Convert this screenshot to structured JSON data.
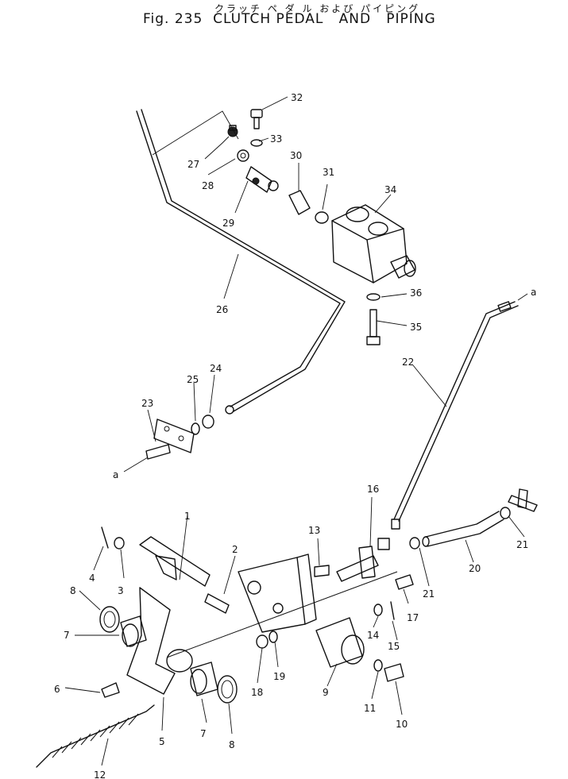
{
  "title": {
    "japanese": "クラッチ ペ ダ ル および パイピング",
    "english": "Fig. 235  CLUTCH PEDAL   AND   PIPING"
  },
  "part_labels": {
    "p1": "1",
    "p2": "2",
    "p3": "3",
    "p4": "4",
    "p5": "5",
    "p6": "6",
    "p7a": "7",
    "p7b": "7",
    "p8a": "8",
    "p8b": "8",
    "p9": "9",
    "p10": "10",
    "p11": "11",
    "p12": "12",
    "p13": "13",
    "p14": "14",
    "p15": "15",
    "p16": "16",
    "p17": "17",
    "p18": "18",
    "p19": "19",
    "p20": "20",
    "p21a": "21",
    "p21b": "21",
    "p22": "22",
    "p23": "23",
    "p24": "24",
    "p25": "25",
    "p26": "26",
    "p27": "27",
    "p28": "28",
    "p29": "29",
    "p30": "30",
    "p31": "31",
    "p32": "32",
    "p33": "33",
    "p34": "34",
    "p35": "35",
    "p36": "36"
  },
  "connection_refs": {
    "a_top": "a",
    "a_left": "a"
  }
}
